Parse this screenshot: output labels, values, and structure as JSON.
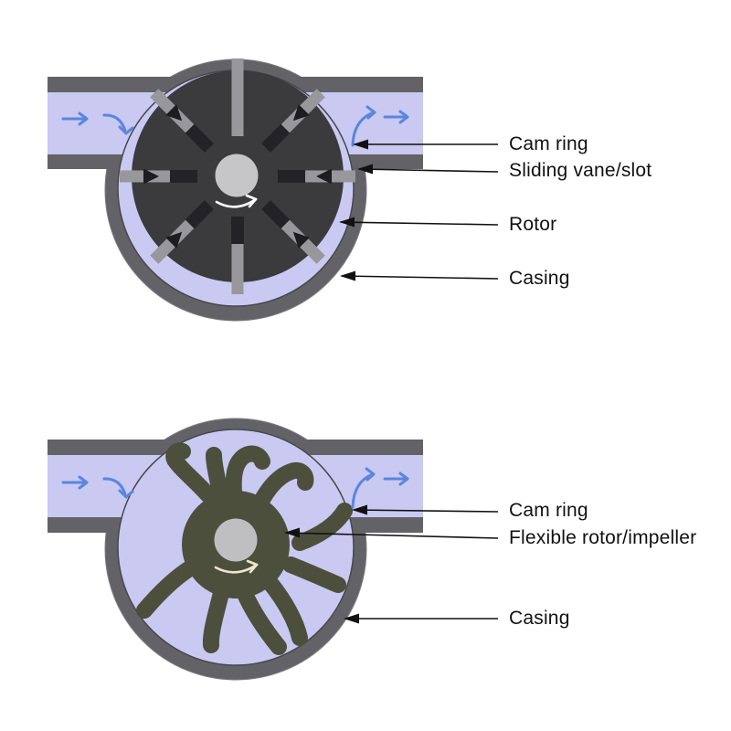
{
  "diagrams": {
    "top": {
      "name": "sliding-vane-pump",
      "labels": [
        {
          "text": "Cam ring"
        },
        {
          "text": "Sliding vane/slot"
        },
        {
          "text": "Rotor"
        },
        {
          "text": "Casing"
        }
      ]
    },
    "bottom": {
      "name": "flexible-impeller-pump",
      "labels": [
        {
          "text": "Cam ring"
        },
        {
          "text": "Flexible rotor/impeller"
        },
        {
          "text": "Casing"
        }
      ]
    }
  },
  "colors": {
    "background": "#ffffff",
    "casing_gray": "#636367",
    "fluid_lavender": "#c9c9f1",
    "cam_ring_line": "#47474e",
    "rotor_dark": "#3b3b3e",
    "vane_gray": "#98989c",
    "vane_slot_dark": "#232327",
    "vane_chevron_dark": "#1d1d21",
    "shaft_gray": "#c6c6c8",
    "shaft_gray_bottom": "#bfbfc1",
    "impeller_olive": "#4c4f3c",
    "flow_arrow_blue": "#5c85dd",
    "rotation_arrow_white": "#ffffff",
    "rotation_arrow_cream": "#ece6d0",
    "label_ink": "#111111"
  }
}
